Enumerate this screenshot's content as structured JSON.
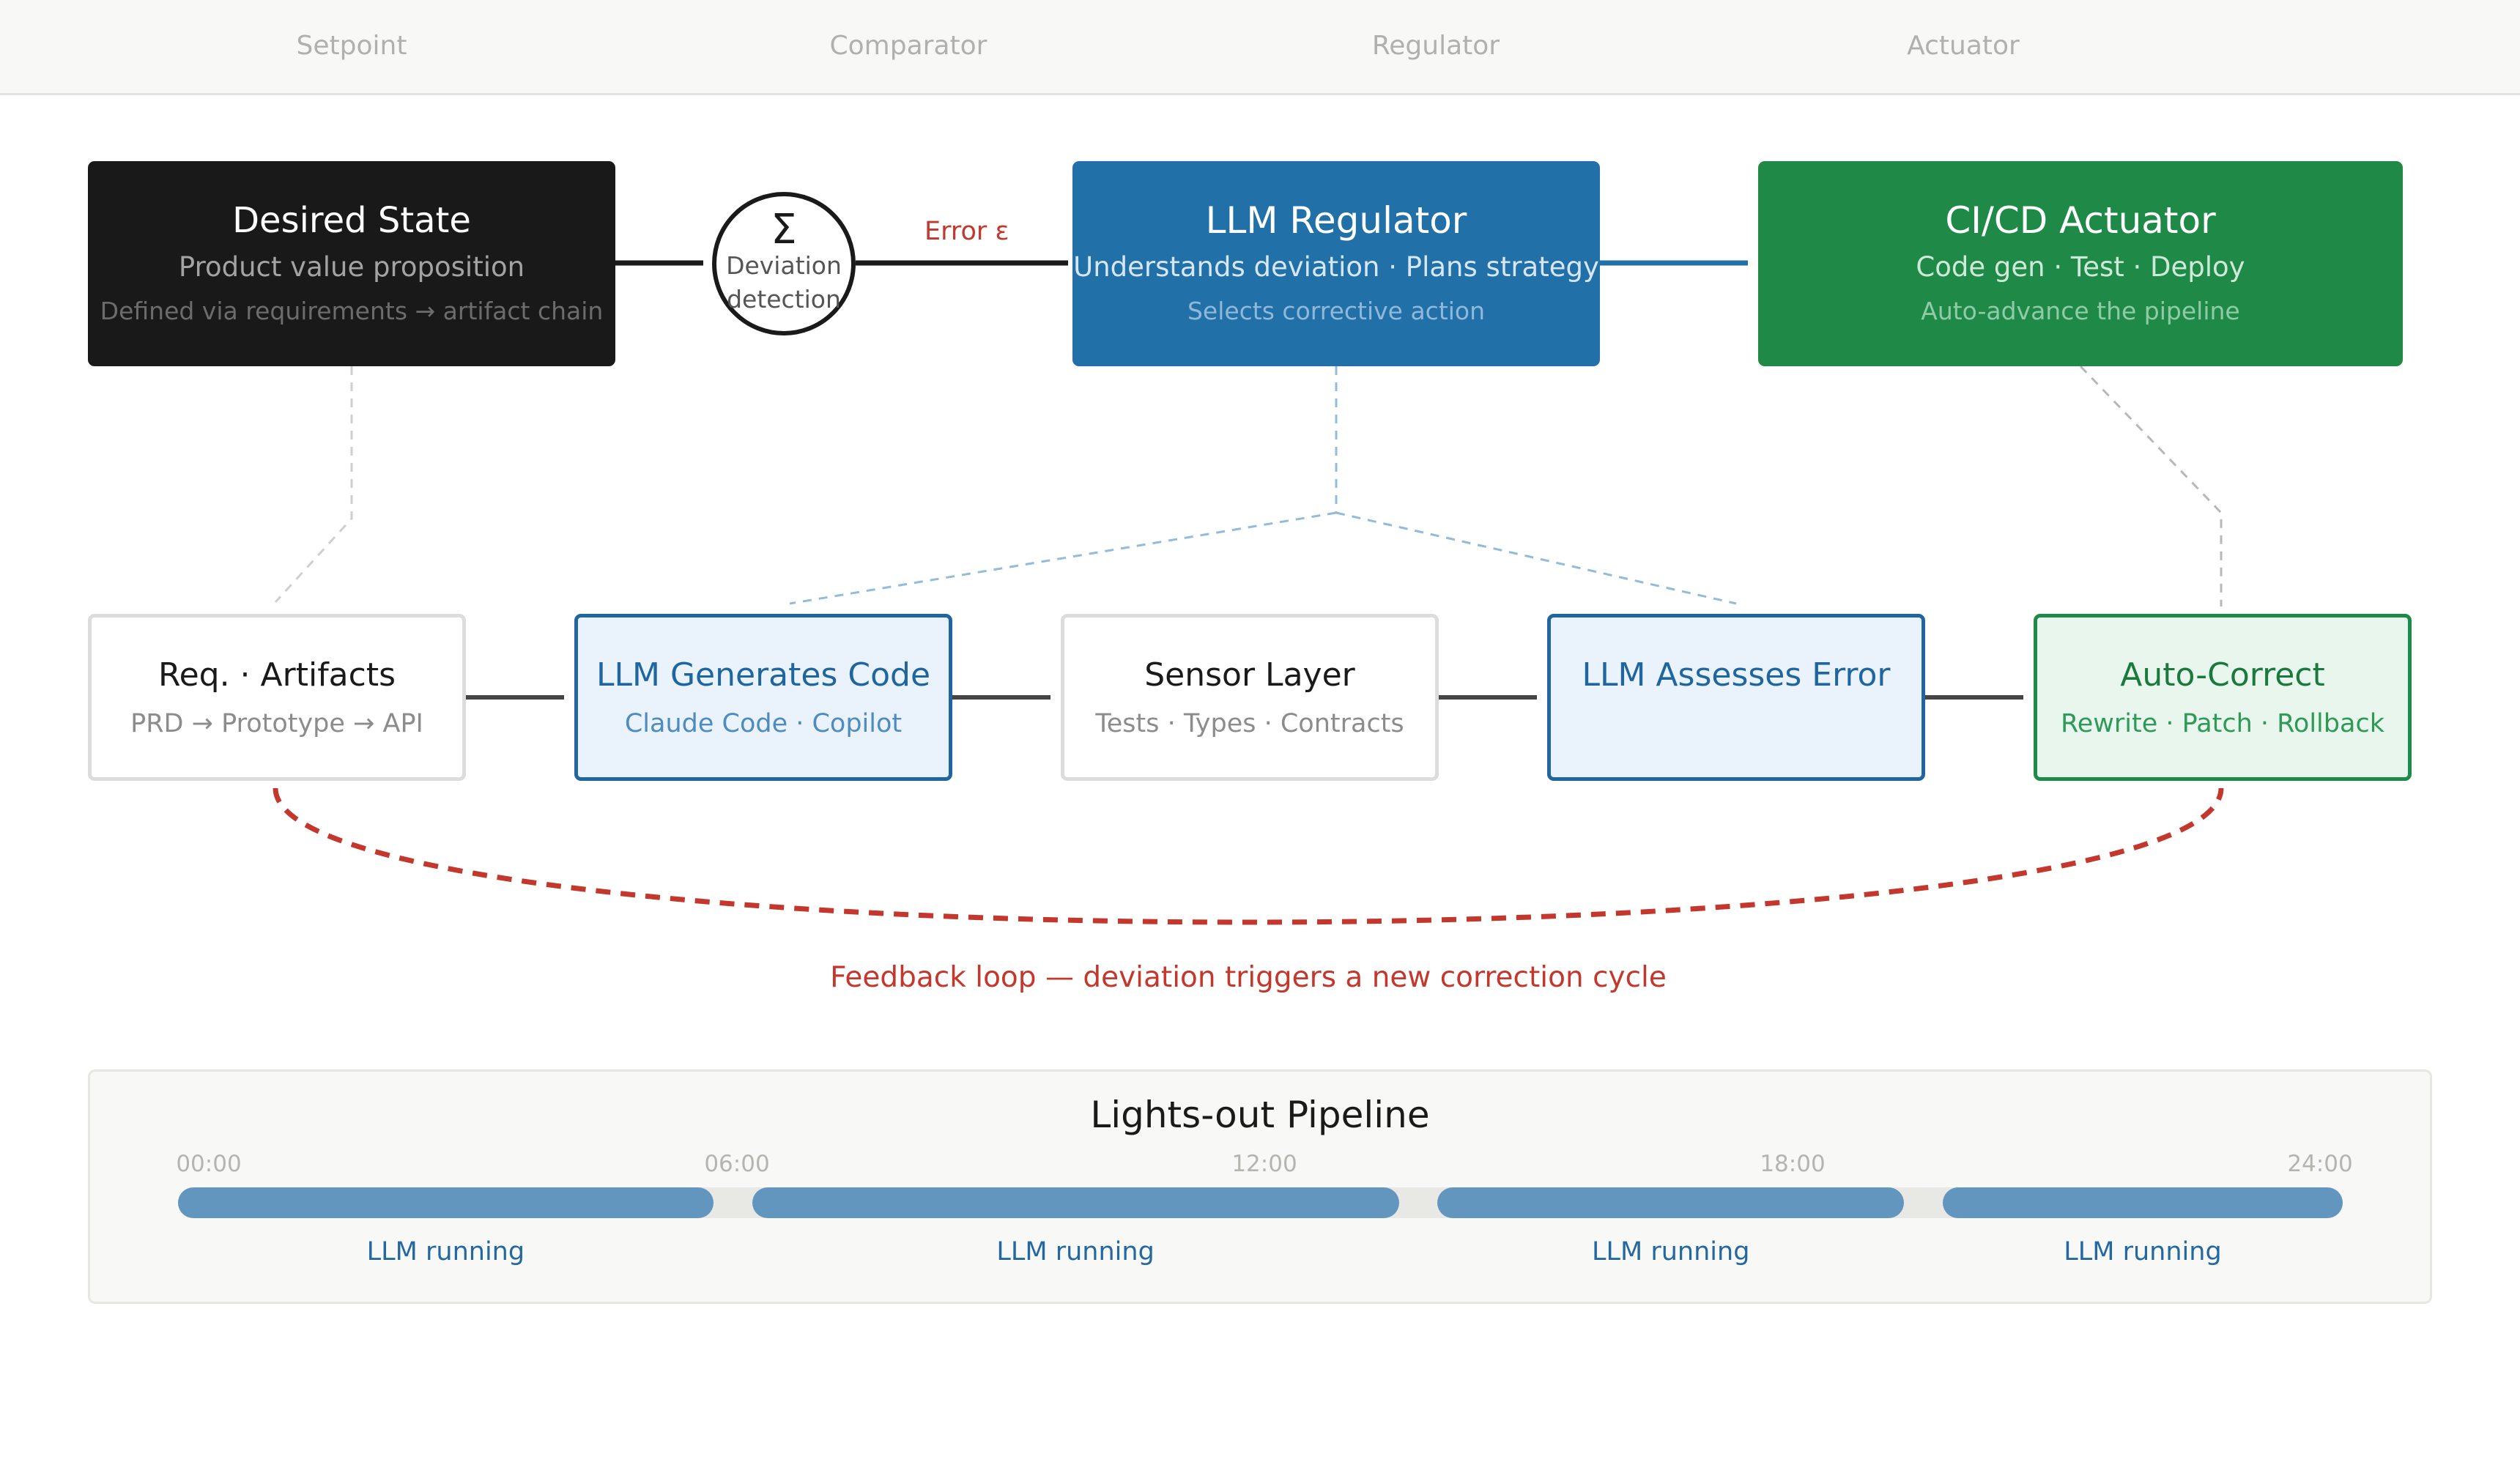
{
  "stages": [
    "Setpoint",
    "Comparator",
    "Regulator",
    "Actuator"
  ],
  "top_row": {
    "desired_state": {
      "title": "Desired State",
      "subtitle": "Product value proposition",
      "note": "Defined via requirements → artifact chain"
    },
    "comparator": {
      "symbol": "Σ",
      "line1": "Deviation",
      "line2": "detection"
    },
    "error_label": "Error ε",
    "regulator": {
      "title": "LLM Regulator",
      "subtitle": "Understands deviation · Plans strategy",
      "note": "Selects corrective action"
    },
    "actuator": {
      "title": "CI/CD Actuator",
      "subtitle": "Code gen · Test · Deploy",
      "note": "Auto-advance the pipeline"
    }
  },
  "middle_row": [
    {
      "title": "Req. · Artifacts",
      "subtitle": "PRD → Prototype → API"
    },
    {
      "title": "LLM Generates Code",
      "subtitle": "Claude Code · Copilot"
    },
    {
      "title": "Sensor Layer",
      "subtitle": "Tests · Types · Contracts"
    },
    {
      "title": "LLM Assesses Error",
      "subtitle": ""
    },
    {
      "title": "Auto-Correct",
      "subtitle": "Rewrite · Patch · Rollback"
    }
  ],
  "feedback_label": "Feedback loop — deviation triggers a new correction cycle",
  "pipeline": {
    "title": "Lights-out Pipeline",
    "ticks": [
      "00:00",
      "06:00",
      "12:00",
      "18:00",
      "24:00"
    ],
    "segments": [
      {
        "label": "LLM running",
        "start_hour": 0.0,
        "end_hour": 6.0
      },
      {
        "label": "LLM running",
        "start_hour": 6.3,
        "end_hour": 13.6
      },
      {
        "label": "LLM running",
        "start_hour": 13.9,
        "end_hour": 19.2
      },
      {
        "label": "LLM running",
        "start_hour": 19.5,
        "end_hour": 24.0
      }
    ]
  },
  "colors": {
    "dark": "#191919",
    "regulator_blue": "#2270a8",
    "actuator_green": "#1f8a48",
    "feedback_red": "#c4372c",
    "pipeline_bar": "#6396bf"
  }
}
